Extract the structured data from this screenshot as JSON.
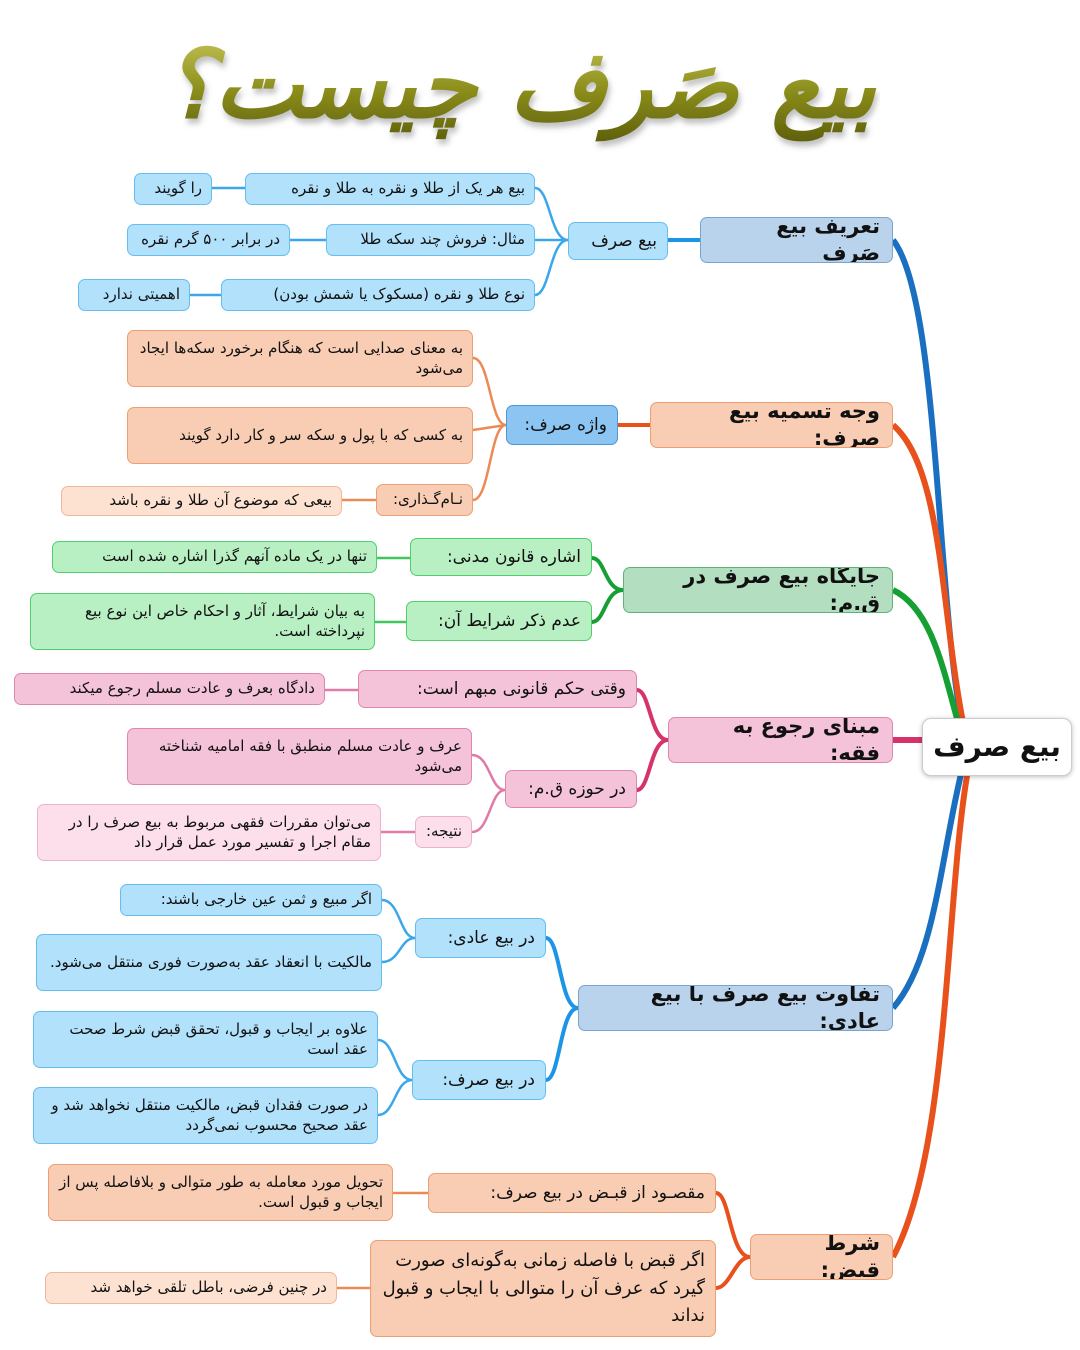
{
  "title": "بیع صَرف چیست؟",
  "root": "بیع صرف",
  "colors": {
    "blue": "#1a6fc0",
    "orange": "#e8501c",
    "green": "#16a034",
    "pink": "#d6336c",
    "sky": "#1c95e6",
    "title_gold": "#8a8c1a"
  },
  "branches": [
    {
      "label": "تعریف بیع صَرف",
      "sub": [
        {
          "label": "بیع صرف",
          "items": [
            {
              "text": "بیع هر یک از طلا و نقره به طلا و نقره",
              "extra": "را گویند"
            },
            {
              "text": "مثال: فروش چند سکه طلا",
              "extra": "در برابر ۵۰۰ گرم نقره"
            },
            {
              "text": "نوع طلا و نقره (مسکوک یا شمش بودن)",
              "extra": "اهمیتی ندارد"
            }
          ]
        }
      ]
    },
    {
      "label": "وجه تسمیه بیع صرف:",
      "sub": [
        {
          "label": "واژه صرف:",
          "items": [
            {
              "text": "به معنای صدایی است که هنگام برخورد سکه‌ها ایجاد می‌شود"
            },
            {
              "text": "به کسی که با پول و سکه سر و کار دارد گویند"
            },
            {
              "text": "نـام‌گـذاری:",
              "extra": "بیعی که موضوع آن طلا و نقره باشد"
            }
          ]
        }
      ]
    },
    {
      "label": "جایگاه بیع صرف در ق.م:",
      "sub": [
        {
          "label": "اشاره قانون مدنی:",
          "items": [
            {
              "text": "تنها در یک ماده آنهم گذرا اشاره شده است"
            }
          ]
        },
        {
          "label": "عدم ذکر شرایط آن:",
          "items": [
            {
              "text": "به بیان شرایط، آثار و احکام خاص این نوع بیع نپرداخته است."
            }
          ]
        }
      ]
    },
    {
      "label": "مبنای رجوع به فقه:",
      "sub": [
        {
          "label": "وقتی حکم قانونی مبهم است:",
          "items": [
            {
              "text": "دادگاه  بعرف و عادت مسلم رجوع میکند"
            }
          ]
        },
        {
          "label": "در حوزه ق.م:",
          "items": [
            {
              "text": "عرف و عادت مسلم منطبق با فقه امامیه شناخته می‌شود"
            },
            {
              "text": "نتیجه:",
              "extra": "می‌توان مقررات فقهی مربوط به بیع صرف را در مقام اجرا و تفسیر مورد عمل قرار داد"
            }
          ]
        }
      ]
    },
    {
      "label": "تفاوت بیع صرف با بیع عادی:",
      "sub": [
        {
          "label": "در بیع عادی:",
          "items": [
            {
              "text": "اگر مبیع و ثمن عین خارجی باشند:"
            },
            {
              "text": "مالکیت با انعقاد عقد به‌صورت فوری منتقل می‌شود."
            }
          ]
        },
        {
          "label": "در بیع صرف:",
          "items": [
            {
              "text": "علاوه بر ایجاب و قبول، تحقق قبض شرط صحت عقد است"
            },
            {
              "text": "در صورت فقدان قبض، مالکیت منتقل نخواهد شد و عقد صحیح محسوب نمی‌گردد"
            }
          ]
        }
      ]
    },
    {
      "label": "شرط قبض:",
      "sub": [
        {
          "label": "مقصـود از قبـض در بیع صرف:",
          "items": [
            {
              "text": "تحویل مورد معامله به طور متوالی و بلافاصله پس از ایجاب و قبول است."
            }
          ]
        },
        {
          "label": "اگر قبض با فاصله زمانی به‌گونه‌ای صورت گیرد که عرف آن را متوالی با ایجاب و قبول نداند",
          "items": [
            {
              "text": "در چنین فرضی، باطل تلقی خواهد شد"
            }
          ]
        }
      ]
    }
  ]
}
